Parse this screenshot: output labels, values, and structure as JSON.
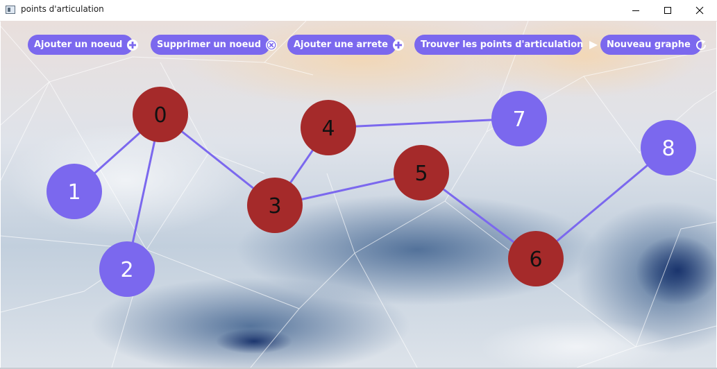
{
  "window": {
    "title": "points d'articulation",
    "controls": {
      "minimize": "minimize-icon",
      "maximize": "maximize-icon",
      "close": "close-icon"
    }
  },
  "toolbar": {
    "add_node_label": "Ajouter un noeud",
    "delete_node_label": "Supprimer un noeud",
    "add_edge_label": "Ajouter une arrete",
    "find_label": "Trouver les points d'articulation",
    "new_graph_label": "Nouveau graphe"
  },
  "colors": {
    "button": "#7b68ee",
    "node_normal": "#7b68ee",
    "node_articulation": "#a52a2a",
    "edge": "#7b68ee",
    "label_on_normal": "#ffffff",
    "label_on_articulation": "#111111"
  },
  "graph": {
    "nodes": [
      {
        "id": "0",
        "articulation": true
      },
      {
        "id": "1",
        "articulation": false
      },
      {
        "id": "2",
        "articulation": false
      },
      {
        "id": "3",
        "articulation": true
      },
      {
        "id": "4",
        "articulation": true
      },
      {
        "id": "5",
        "articulation": true
      },
      {
        "id": "6",
        "articulation": true
      },
      {
        "id": "7",
        "articulation": false
      },
      {
        "id": "8",
        "articulation": false
      }
    ],
    "edges": [
      [
        "0",
        "1"
      ],
      [
        "0",
        "2"
      ],
      [
        "0",
        "3"
      ],
      [
        "3",
        "4"
      ],
      [
        "3",
        "5"
      ],
      [
        "4",
        "7"
      ],
      [
        "5",
        "6"
      ],
      [
        "6",
        "8"
      ]
    ]
  }
}
